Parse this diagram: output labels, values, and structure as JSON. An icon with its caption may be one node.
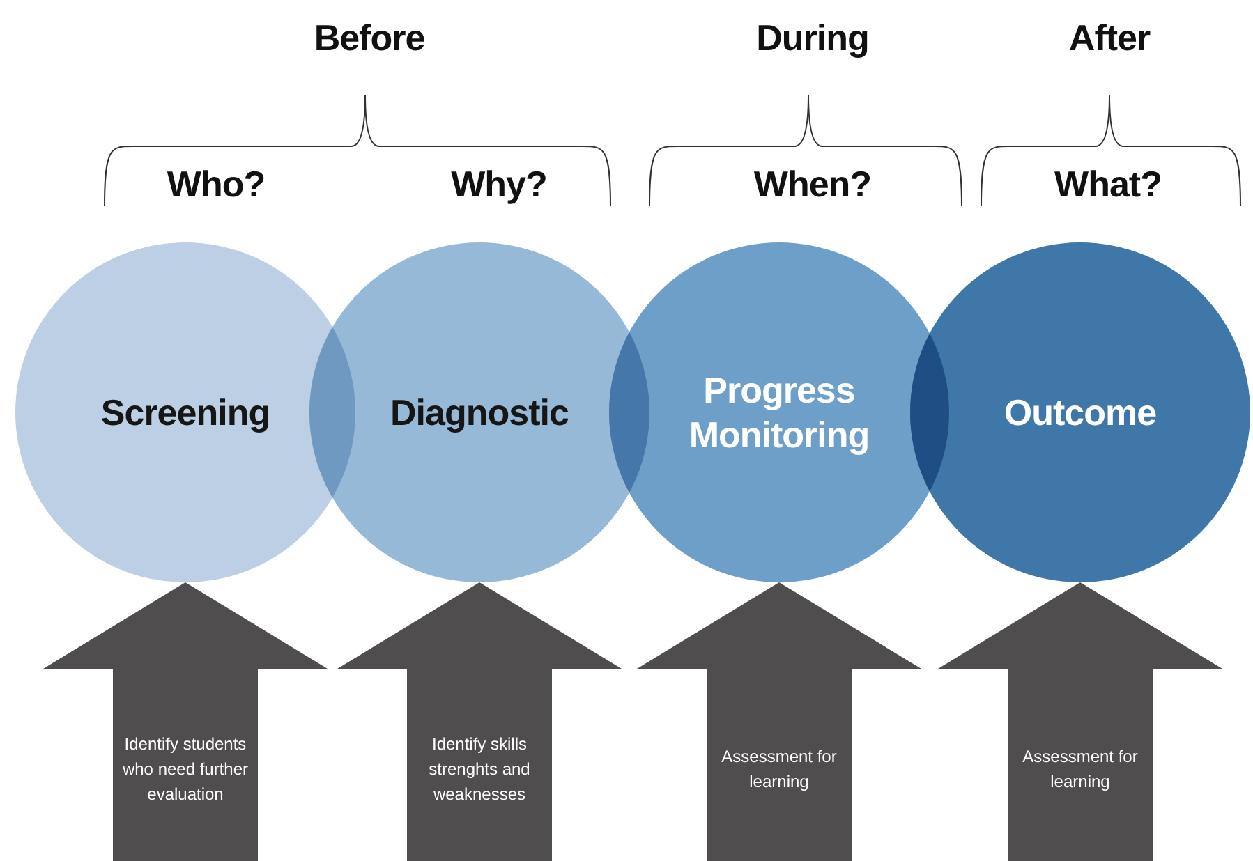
{
  "diagram": {
    "nodes": [
      {
        "text": [
          "Screening"
        ]
      },
      {
        "text": [
          "Diagnostic"
        ]
      },
      {
        "text": [
          "Progress Monitoring"
        ]
      },
      {
        "text": [
          "Outcome"
        ]
      }
    ],
    "edges": [
      {
        "from": null,
        "to": 0,
        "arrow": "to",
        "style": "thick",
        "label": "Identify students who need further evaluation"
      },
      {
        "from": null,
        "to": 1,
        "arrow": "to",
        "style": "thick",
        "label": "Identify skills strenghts and weaknesses"
      },
      {
        "from": null,
        "to": 2,
        "arrow": "to",
        "style": "thick",
        "label": "Assessment for learning"
      },
      {
        "from": null,
        "to": 3,
        "arrow": "to",
        "style": "thick",
        "label": "Assessment for learning"
      }
    ],
    "labels": [
      "Before",
      "During",
      "After",
      "Who?",
      "Why?",
      "When?",
      "What?"
    ]
  }
}
